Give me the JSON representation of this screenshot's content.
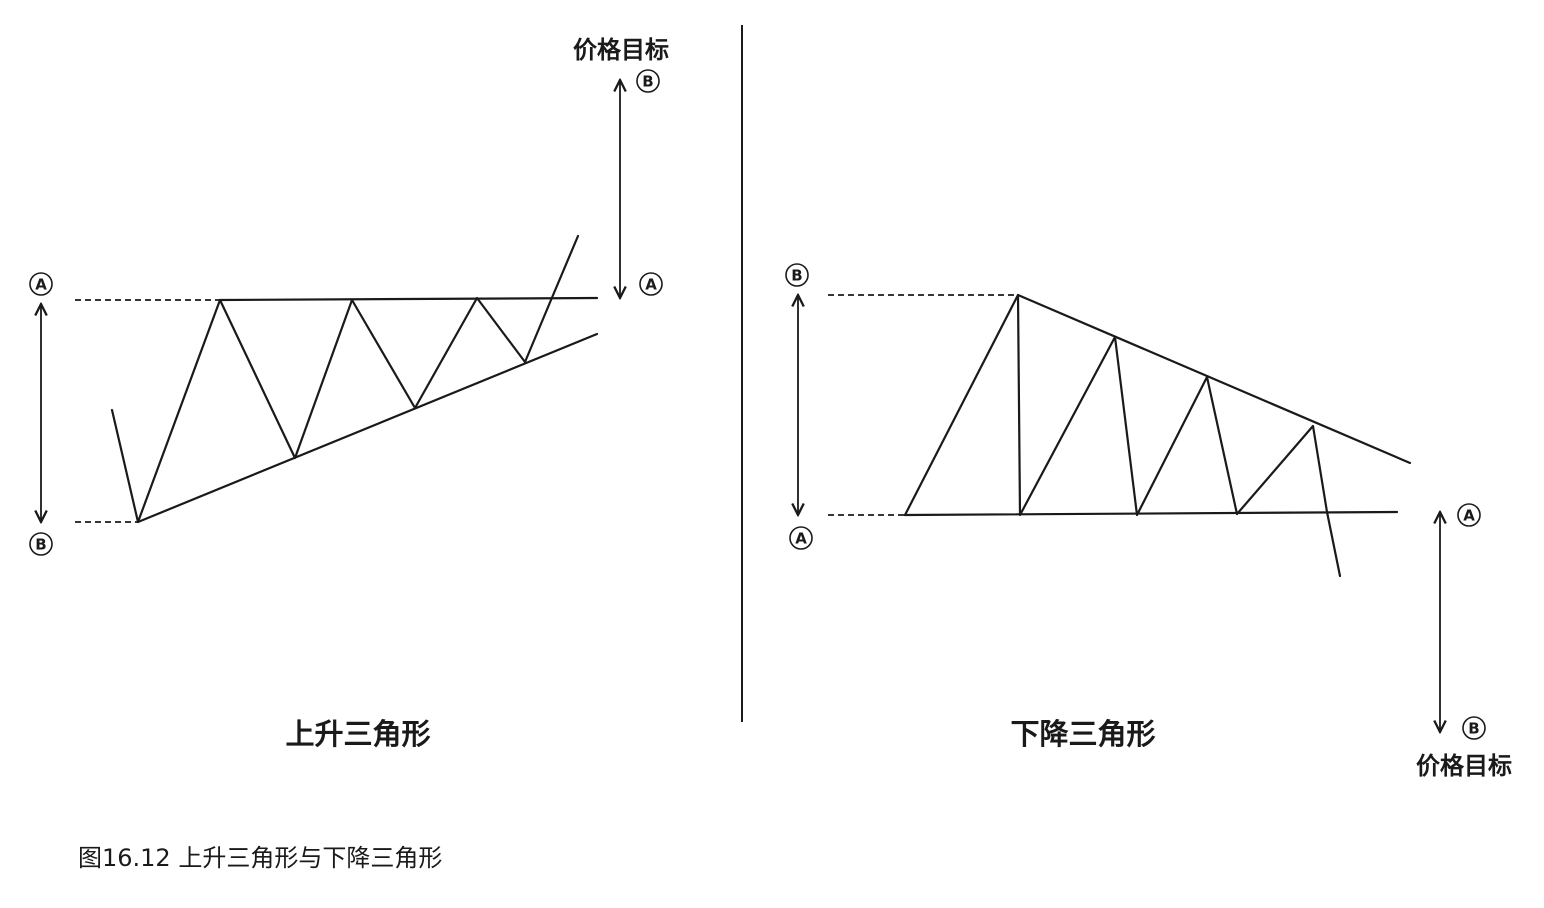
{
  "caption": "图16.12 上升三角形与下降三角形",
  "ascending": {
    "title": "上升三角形",
    "target_label": "价格目标",
    "label_a": "A",
    "label_b": "B"
  },
  "descending": {
    "title": "下降三角形",
    "target_label": "价格目标",
    "label_a": "A",
    "label_b": "B"
  }
}
